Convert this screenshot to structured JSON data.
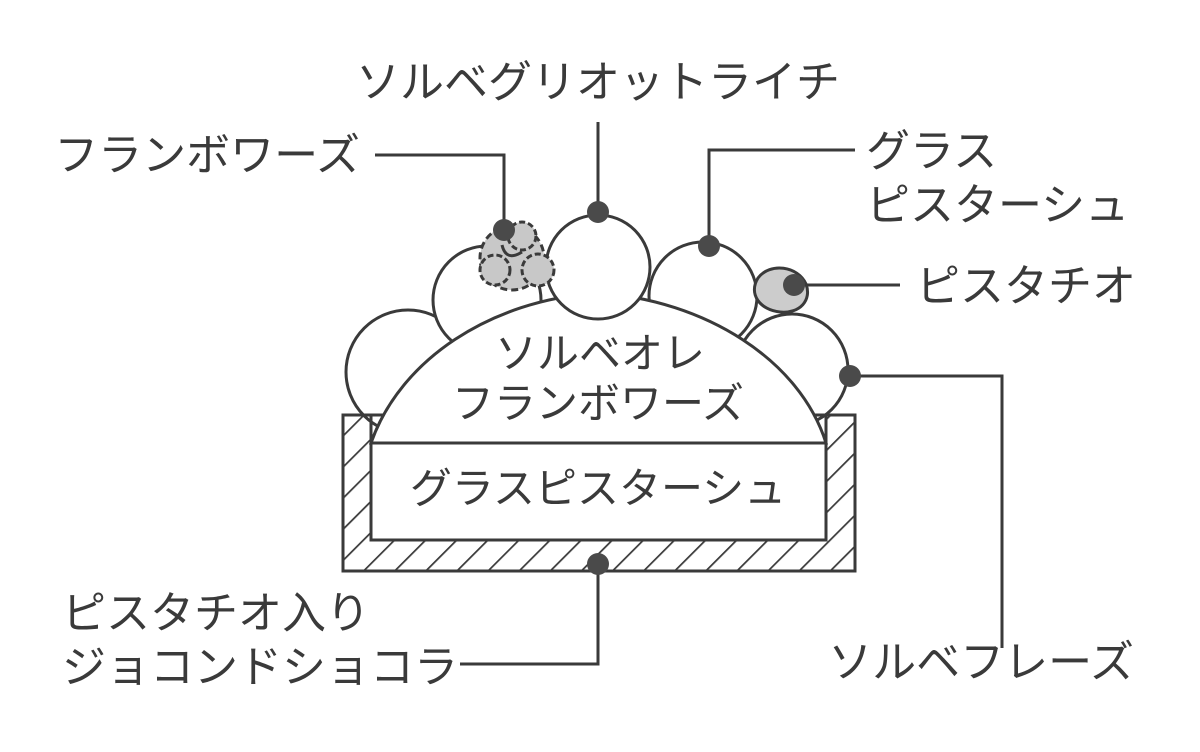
{
  "labels": {
    "framboise_top": "フランボワーズ",
    "sorbet_lychee": "ソルベグリオットライチ",
    "glace_pistache_line1": "グラス",
    "glace_pistache_line2": "ピスターシュ",
    "pistachio": "ピスタチオ",
    "sorbet_fraise": "ソルベフレーズ",
    "joconde_line1": "ピスタチオ入り",
    "joconde_line2": "ジョコンドショコラ",
    "dome_line1": "ソルベオレ",
    "dome_line2": "フランボワーズ",
    "base_layer": "グラスピスターシュ"
  },
  "colors": {
    "line": "#3a3a3a",
    "dot": "#4a4a4a",
    "raspberry_fill": "#c8c8c8",
    "pistachio_fill": "#cccccc",
    "scoop_fill": "#ffffff"
  }
}
